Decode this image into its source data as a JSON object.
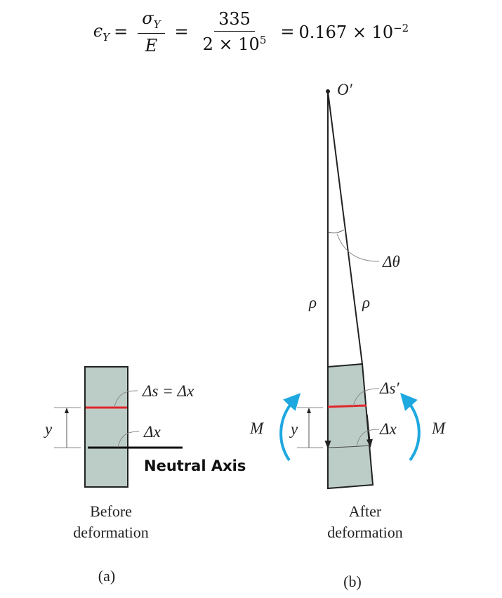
{
  "equation": {
    "lhs_symbol": "ϵ",
    "lhs_sub": "Y",
    "sigma": "σ",
    "sigma_sub": "Y",
    "modulus": "E",
    "numerator": "335",
    "denominator_base": "2 × 10",
    "denominator_exp": "5",
    "result_base": "0.167 × 10",
    "result_exp": "−2",
    "equals": "="
  },
  "figure_a": {
    "label_ds_eq_dx": "Δs = Δx",
    "label_dx": "Δx",
    "label_y": "y",
    "label_neutral_axis": "Neutral Axis",
    "caption_line1": "Before",
    "caption_line2": "deformation",
    "tag": "(a)"
  },
  "figure_b": {
    "label_origin": "O′",
    "label_dtheta": "Δθ",
    "label_rho_left": "ρ",
    "label_rho_right": "ρ",
    "label_ds_prime": "Δs′",
    "label_dx": "Δx",
    "label_y": "y",
    "label_moment_left": "M",
    "label_moment_right": "M",
    "caption_line1": "After",
    "caption_line2": "deformation",
    "tag": "(b)"
  },
  "colors": {
    "block_fill": "#bccdc8",
    "strained_fiber": "#e0262b",
    "moment_arrow": "#1ea8e0"
  }
}
